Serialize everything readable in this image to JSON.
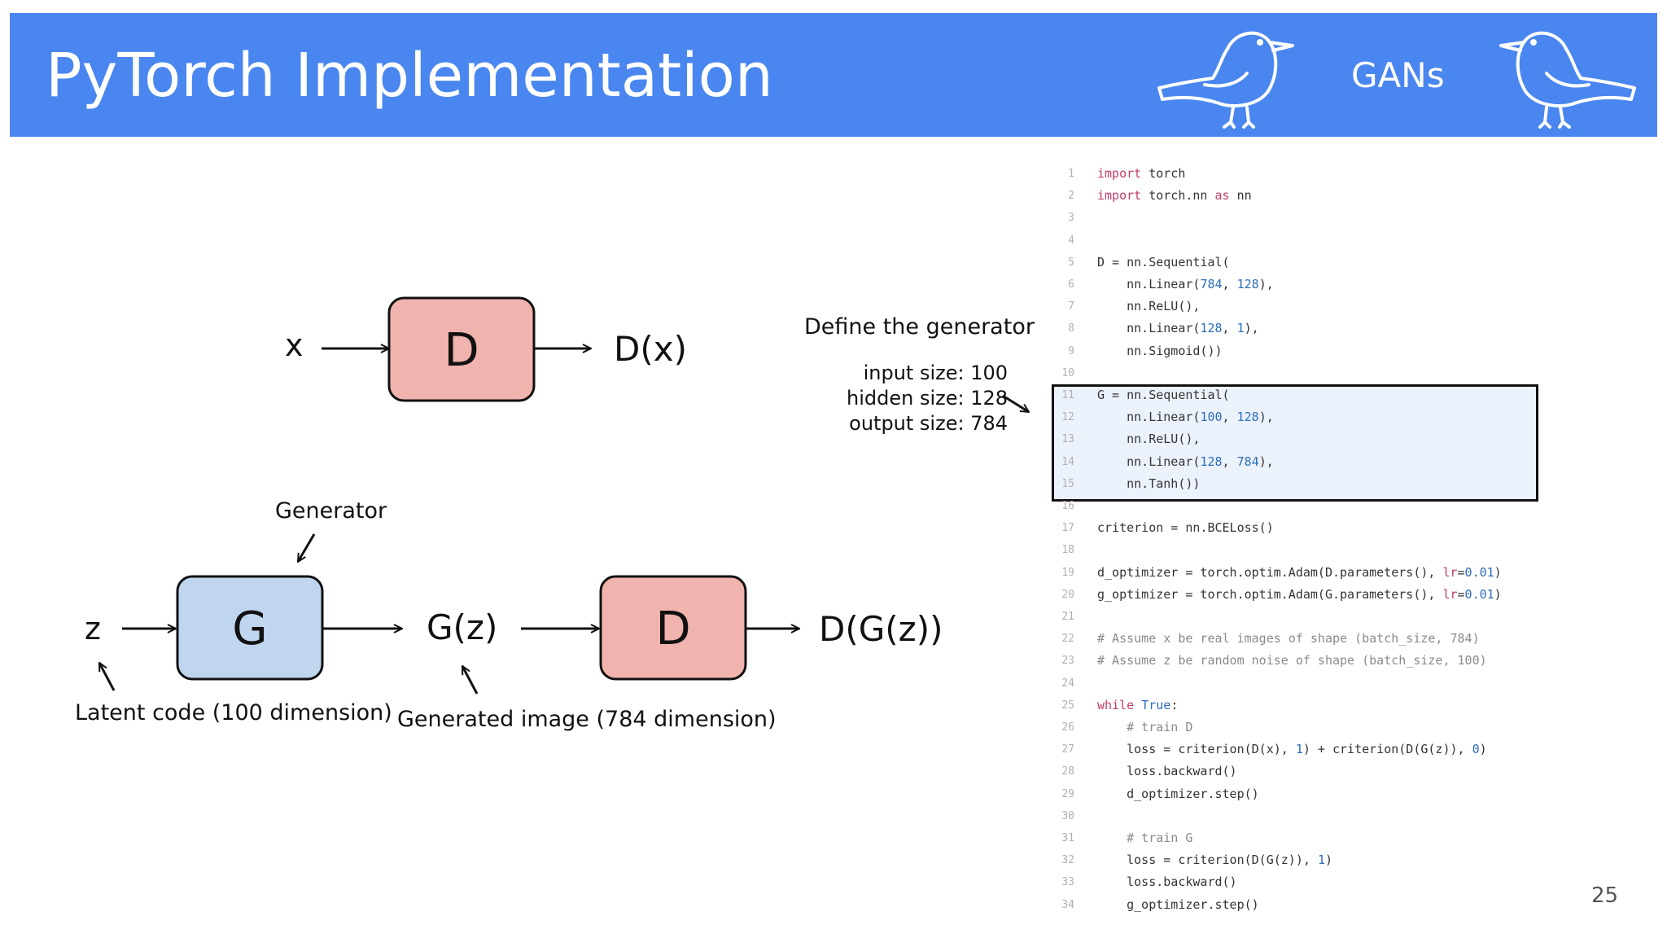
{
  "header": {
    "title": "PyTorch Implementation",
    "tag": "GANs",
    "colors": {
      "banner": "#4a86f0",
      "text": "#ffffff"
    },
    "icons": [
      "bird-icon-left",
      "bird-icon-right"
    ]
  },
  "diagram": {
    "top_row": {
      "input": "x",
      "box": "D",
      "output": "D(x)"
    },
    "bottom_row": {
      "input": "z",
      "gen_box": "G",
      "gen_output": "G(z)",
      "disc_box": "D",
      "output": "D(G(z))",
      "generator_label": "Generator",
      "latent_label": "Latent code (100 dimension)",
      "generated_label": "Generated image (784 dimension)"
    },
    "colors": {
      "d_box": "#f0b3ad",
      "g_box": "#bfd6ee"
    }
  },
  "annotation": {
    "title": "Define the generator",
    "input_size": "input size: 100",
    "hidden_size": "hidden size: 128",
    "output_size": "output size: 784"
  },
  "code": {
    "lines": [
      {
        "n": "1",
        "t": [
          [
            "kw",
            "import"
          ],
          [
            "",
            "torch"
          ]
        ]
      },
      {
        "n": "2",
        "t": [
          [
            "kw",
            "import"
          ],
          [
            "",
            "torch.nn "
          ],
          [
            "kw",
            "as"
          ],
          [
            "",
            " nn"
          ]
        ]
      },
      {
        "n": "3",
        "t": []
      },
      {
        "n": "4",
        "t": []
      },
      {
        "n": "5",
        "t": [
          [
            "",
            "D = nn.Sequential("
          ]
        ]
      },
      {
        "n": "6",
        "t": [
          [
            "",
            "    nn.Linear("
          ],
          [
            "num",
            "784"
          ],
          [
            "",
            ", "
          ],
          [
            "num",
            "128"
          ],
          [
            "",
            "),"
          ]
        ]
      },
      {
        "n": "7",
        "t": [
          [
            "",
            "    nn.ReLU(),"
          ]
        ]
      },
      {
        "n": "8",
        "t": [
          [
            "",
            "    nn.Linear("
          ],
          [
            "num",
            "128"
          ],
          [
            "",
            ", "
          ],
          [
            "num",
            "1"
          ],
          [
            "",
            "),"
          ]
        ]
      },
      {
        "n": "9",
        "t": [
          [
            "",
            "    nn.Sigmoid())"
          ]
        ]
      },
      {
        "n": "10",
        "t": []
      },
      {
        "n": "11",
        "t": [
          [
            "",
            "G = nn.Sequential("
          ]
        ]
      },
      {
        "n": "12",
        "t": [
          [
            "",
            "    nn.Linear("
          ],
          [
            "num",
            "100"
          ],
          [
            "",
            ", "
          ],
          [
            "num",
            "128"
          ],
          [
            "",
            "),"
          ]
        ]
      },
      {
        "n": "13",
        "t": [
          [
            "",
            "    nn.ReLU(),"
          ]
        ]
      },
      {
        "n": "14",
        "t": [
          [
            "",
            "    nn.Linear("
          ],
          [
            "num",
            "128"
          ],
          [
            "",
            ", "
          ],
          [
            "num",
            "784"
          ],
          [
            "",
            "),"
          ]
        ]
      },
      {
        "n": "15",
        "t": [
          [
            "",
            "    nn.Tanh())"
          ]
        ]
      },
      {
        "n": "16",
        "t": []
      },
      {
        "n": "17",
        "t": [
          [
            "",
            "criterion = nn.BCELoss()"
          ]
        ]
      },
      {
        "n": "18",
        "t": []
      },
      {
        "n": "19",
        "t": [
          [
            "",
            "d_optimizer = torch.optim.Adam(D.parameters(), "
          ],
          [
            "kw",
            "lr"
          ],
          [
            "",
            "="
          ],
          [
            "num",
            "0.01"
          ],
          [
            "",
            ")"
          ]
        ]
      },
      {
        "n": "20",
        "t": [
          [
            "",
            "g_optimizer = torch.optim.Adam(G.parameters(), "
          ],
          [
            "kw",
            "lr"
          ],
          [
            "",
            "="
          ],
          [
            "num",
            "0.01"
          ],
          [
            "",
            ")"
          ]
        ]
      },
      {
        "n": "21",
        "t": []
      },
      {
        "n": "22",
        "t": [
          [
            "cm",
            "# Assume x be real images of shape (batch_size, 784)"
          ]
        ]
      },
      {
        "n": "23",
        "t": [
          [
            "cm",
            "# Assume z be random noise of shape (batch_size, 100)"
          ]
        ]
      },
      {
        "n": "24",
        "t": []
      },
      {
        "n": "25",
        "t": [
          [
            "kw",
            "while"
          ],
          [
            "",
            " "
          ],
          [
            "num",
            "True"
          ],
          [
            "",
            ":"
          ]
        ]
      },
      {
        "n": "26",
        "t": [
          [
            "cm",
            "    # train D"
          ]
        ]
      },
      {
        "n": "27",
        "t": [
          [
            "",
            "    loss = criterion(D(x), "
          ],
          [
            "num",
            "1"
          ],
          [
            "",
            ") + criterion(D(G(z)), "
          ],
          [
            "num",
            "0"
          ],
          [
            "",
            ")"
          ]
        ]
      },
      {
        "n": "28",
        "t": [
          [
            "",
            "    loss.backward()"
          ]
        ]
      },
      {
        "n": "29",
        "t": [
          [
            "",
            "    d_optimizer.step()"
          ]
        ]
      },
      {
        "n": "30",
        "t": []
      },
      {
        "n": "31",
        "t": [
          [
            "cm",
            "    # train G"
          ]
        ]
      },
      {
        "n": "32",
        "t": [
          [
            "",
            "    loss = criterion(D(G(z)), "
          ],
          [
            "num",
            "1"
          ],
          [
            "",
            ")"
          ]
        ]
      },
      {
        "n": "33",
        "t": [
          [
            "",
            "    loss.backward()"
          ]
        ]
      },
      {
        "n": "34",
        "t": [
          [
            "",
            "    g_optimizer.step()"
          ]
        ]
      }
    ]
  },
  "page_number": "25"
}
